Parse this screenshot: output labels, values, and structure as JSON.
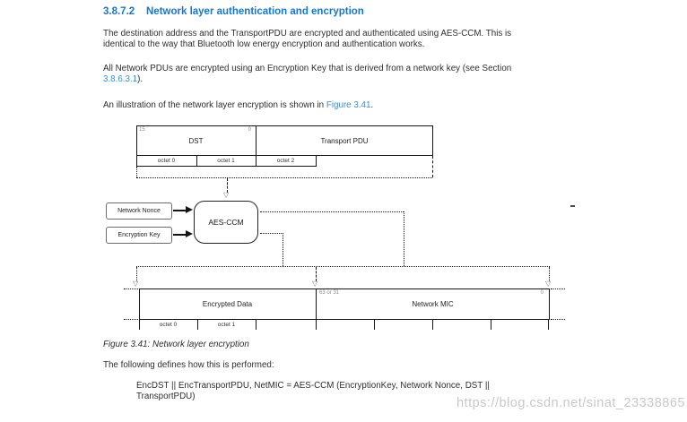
{
  "heading": {
    "number": "3.8.7.2",
    "title": "Network layer authentication and encryption"
  },
  "paragraph1": {
    "line1": "The destination address and the TransportPDU are encrypted and authenticated using AES-CCM. This is",
    "line2": "identical to the way that Bluetooth low energy encryption and authentication works."
  },
  "paragraph2": {
    "line1": "All Network PDUs are encrypted using an Encryption Key that is derived from a network key (see Section",
    "link": "3.8.6.3.1",
    "after": ")."
  },
  "paragraph3": {
    "before": "An illustration of the network layer encryption is shown in ",
    "link": "Figure 3.41",
    "after": "."
  },
  "diagram": {
    "top_box": {
      "bit_high": "15",
      "bit_low": "0",
      "dst": "DST",
      "transport": "Transport PDU",
      "octets": [
        "octet 0",
        "octet 1",
        "octet 2"
      ]
    },
    "inputs": {
      "nonce": "Network Nonce",
      "key": "Encryption Key"
    },
    "process": "AES-CCM",
    "bottom_box": {
      "bit_mid": "63 or 31",
      "bit_low": "0",
      "encrypted": "Encrypted Data",
      "mic": "Network MIC",
      "octets": [
        "octet 0",
        "octet 1"
      ]
    }
  },
  "caption": "Figure 3.41: Network layer encryption",
  "following_text": "The following defines how this is performed:",
  "formula": {
    "line1": "EncDST || EncTransportPDU, NetMIC = AES-CCM (EncryptionKey, Network Nonce, DST ||",
    "line2": "TransportPDU)"
  },
  "watermark": "https://blog.csdn.net/sinat_23338865",
  "icons": {
    "open_down_triangle": "▽"
  },
  "colors": {
    "heading_blue": "#1878c8",
    "link_blue": "#3a8fd0",
    "text": "#2e2e2e",
    "line_black": "#141414",
    "gray_bit_label": "#8a8a8a",
    "watermark_gray": "#c8c8c8"
  }
}
